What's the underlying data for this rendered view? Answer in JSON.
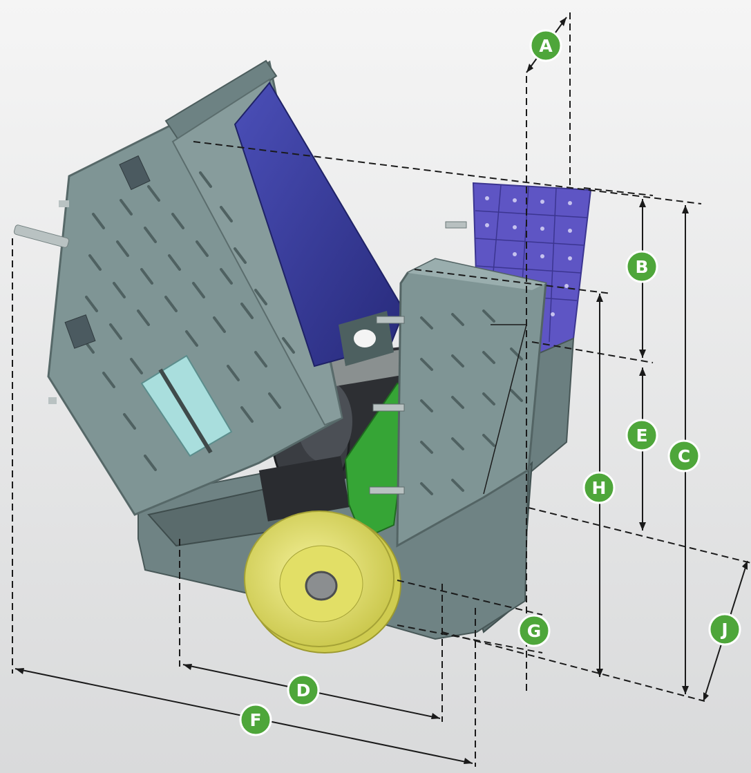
{
  "dimension_labels": {
    "A": "A",
    "B": "B",
    "C": "C",
    "D": "D",
    "E": "E",
    "F": "F",
    "G": "G",
    "H": "H",
    "J": "J"
  },
  "colors": {
    "badge_fill": "#4ea63a",
    "badge_stroke": "#ffffff",
    "frame": "#7f9595",
    "frame_dark": "#566868",
    "liner": "#3b3d9c",
    "pulley": "#e9e671",
    "arm": "#3aa23a",
    "tile": "#6a5ed0"
  }
}
